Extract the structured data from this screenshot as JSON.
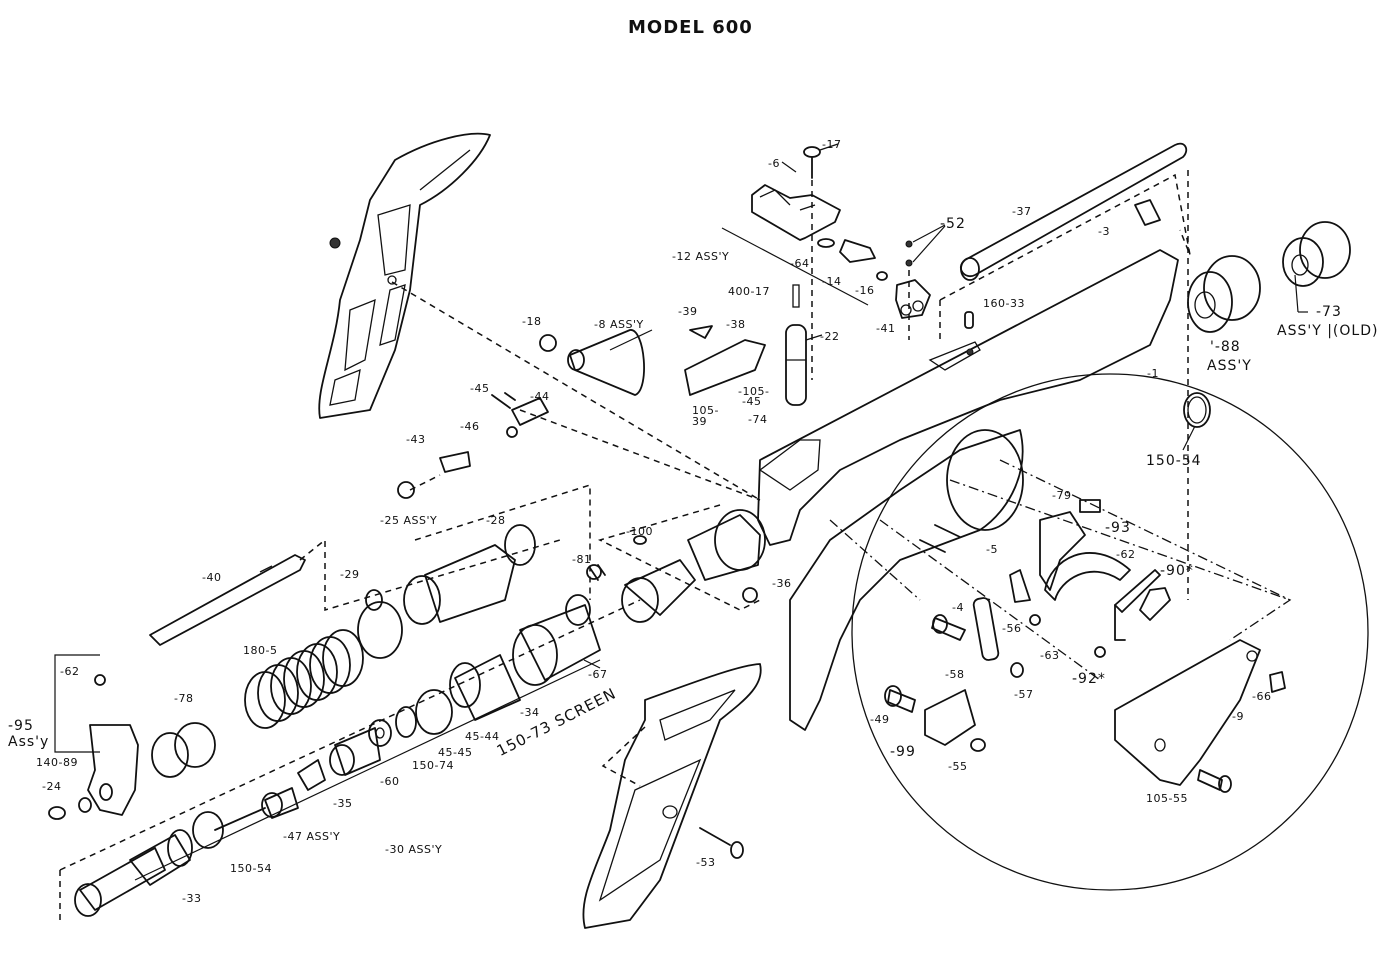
{
  "title": "MODEL 600",
  "labels": {
    "p17": "-17",
    "p6": "-6",
    "p52": "-52",
    "p37": "-37",
    "p3": "-3",
    "p12": "-12 ASS'Y",
    "p64": "-64",
    "p14": "-14",
    "p16": "-16",
    "p41": "-41",
    "p160_33": "160-33",
    "p73": "-73",
    "p73b": "ASS'Y |(OLD)",
    "p88": "'-88",
    "p88b": "ASS'Y",
    "p1": "-1",
    "p150_54a": "150-54",
    "p18": "-18",
    "p8": "-8 ASS'Y",
    "p39": "-39",
    "p38": "-38",
    "p400_17": "400-17",
    "p22": "-22",
    "p105_45": "-105-",
    "p45s": "-45",
    "p105_39": "105-",
    "p39b": "39",
    "p74": "-74",
    "p45": "-45",
    "p44": "-44",
    "p46": "-46",
    "p43": "-43",
    "p25": "-25 ASS'Y",
    "p28": "-28",
    "p100": "-100",
    "p81": "-81",
    "p36": "-36",
    "p40": "-40",
    "p29": "-29",
    "p180_5": "180-5",
    "p67": "-67",
    "p34": "-34",
    "p45_44": "45-44",
    "p45_45": "45-45",
    "p150_74": "150-74",
    "p150_73": "150-73 SCREEN",
    "p60": "-60",
    "p35": "-35",
    "p47": "-47 ASS'Y",
    "p30": "-30 ASS'Y",
    "p150_54b": "150-54",
    "p33": "-33",
    "p62a": "-62",
    "p78": "-78",
    "p95": "-95",
    "p95b": "Ass'y",
    "p140_89": "140-89",
    "p24": "-24",
    "p53": "-53",
    "p79": "-79",
    "p93": "-93",
    "p5": "-5",
    "p62b": "-62",
    "p90": "-90*",
    "p4": "-4",
    "p56": "-56",
    "p63": "-63",
    "p92": "-92*",
    "p58": "-58",
    "p57": "-57",
    "p49": "-49",
    "p99": "-99",
    "p55": "-55",
    "p66": "-66",
    "p9": "-9",
    "p105_55": "105-55"
  }
}
